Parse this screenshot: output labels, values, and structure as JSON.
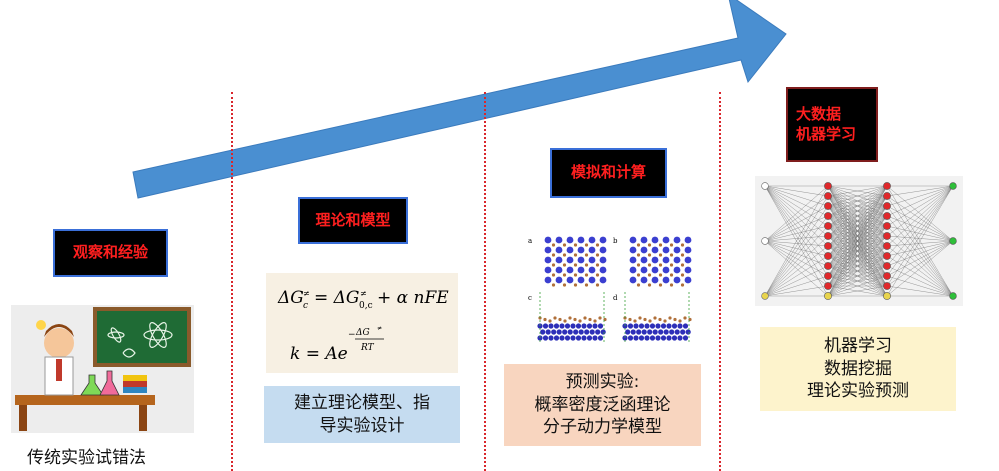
{
  "stages": [
    {
      "id": "observation",
      "label": "观察和经验",
      "caption": "传统实验试错法"
    },
    {
      "id": "theory",
      "label": "理论和模型",
      "caption_lines": [
        "建立理论模型、指",
        "导实验设计"
      ]
    },
    {
      "id": "simulation",
      "label": "模拟和计算",
      "caption_lines": [
        "预测实验:",
        "概率密度泛函理论",
        "分子动力学模型"
      ]
    },
    {
      "id": "bigdata",
      "label_lines": [
        "大数据",
        "机器学习"
      ],
      "caption_lines": [
        "机器学习",
        "数据挖掘",
        "理论实验预测"
      ]
    }
  ],
  "equations": {
    "eq1_lhs": "ΔG",
    "eq1_sub": "c",
    "eq1_sup": "≠",
    "eq1_rhs1": "= ΔG",
    "eq1_rhs_sub": "0,c",
    "eq1_rhs_sup": "≠",
    "eq1_tail": "+ α nFE",
    "eq2_lhs": "k = Ae",
    "eq2_exp_num": "ΔG",
    "eq2_exp_sup": "≠",
    "eq2_exp_den": "RT",
    "eq2_minus": "−"
  },
  "structure_panel_labels": [
    "a",
    "b",
    "c",
    "d"
  ],
  "colors": {
    "arrow": "#4a8fd1",
    "divider": "#d9262c",
    "stage_text": "#ff1f1f",
    "theory_caption_bg": "#c5dcf0",
    "simulation_caption_bg": "#f8d5bf",
    "bigdata_caption_bg": "#fdf3cc",
    "equation_bg": "#f7f0e3"
  }
}
